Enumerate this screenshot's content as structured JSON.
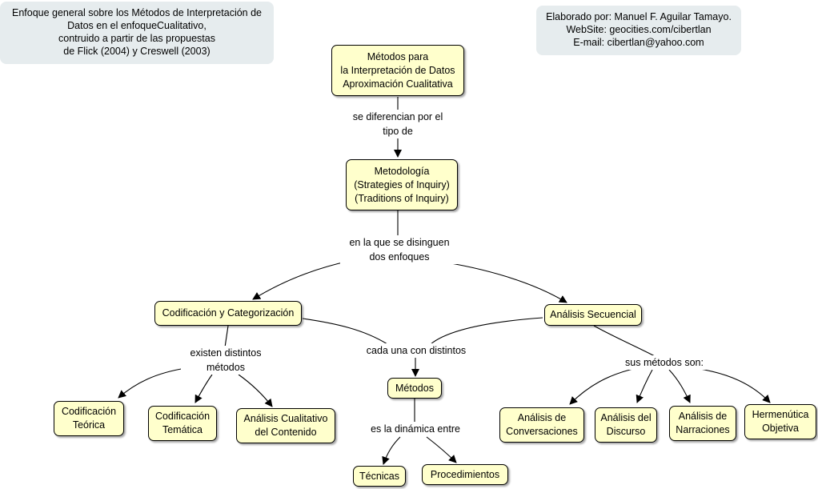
{
  "notes": {
    "left": "Enfoque general sobre los Métodos de Interpretación de\nDatos en el enfoqueCualitativo,\ncontruido a partir de las propuestas\nde Flick (2004) y Creswell (2003)",
    "right": "Elaborado por: Manuel F. Aguilar Tamayo.\nWebSite: geocities.com/cibertlan\nE-mail: cibertlan@yahoo.com"
  },
  "concepts": {
    "root": "Métodos para\nla Interpretación de Datos\nAproximación Cualitativa",
    "metodologia": "Metodología\n(Strategies of Inquiry)\n(Traditions of Inquiry)",
    "codificacion": "Codificación y Categorización",
    "secuencial": "Análisis Secuencial",
    "teorica": "Codificación\nTeórica",
    "tematica": "Codificación\nTemática",
    "contenido": "Análisis Cualitativo\ndel Contenido",
    "metodos": "Métodos",
    "tecnicas": "Técnicas",
    "procedimientos": "Procedimientos",
    "conversaciones": "Análisis de\nConversaciones",
    "discurso": "Análisis del\nDiscurso",
    "narraciones": "Análisis de\nNarraciones",
    "hermeneutica": "Hermenútica\nObjetiva"
  },
  "links": {
    "diferencian": "se diferencian por el\ntipo de",
    "distinguen": "en la que se disinguen\ndos enfoques",
    "existen": "existen distintos\nmétodos",
    "cada_una": "cada una con distintos",
    "dinamica": "es la dinámica entre",
    "sus_metodos": "sus métodos son:"
  },
  "colors": {
    "concept_fill": "#ffffcc",
    "note_fill": "#e6ecee",
    "line": "#000000"
  }
}
